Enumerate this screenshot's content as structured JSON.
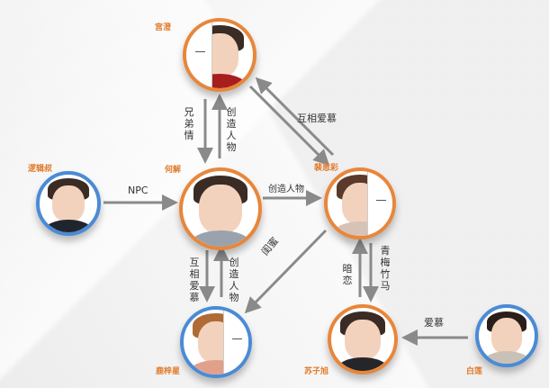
{
  "nodes": {
    "gongcheng": {
      "name": "宫澄",
      "border": "orange"
    },
    "hejie": {
      "name": "何解",
      "border": "orange"
    },
    "peiencai": {
      "name": "裴恩彩",
      "border": "orange"
    },
    "luobianshu": {
      "name": "逻辑叔",
      "border": "blue"
    },
    "luzixing": {
      "name": "鹿梓星",
      "border": "blue"
    },
    "suzixu": {
      "name": "苏子旭",
      "border": "orange"
    },
    "bailian": {
      "name": "白莲",
      "border": "blue"
    }
  },
  "edges": {
    "xiongdiqing": "兄弟情",
    "chuangzao_1": "创造人物",
    "huxiang_1": "互相爱慕",
    "npc": "NPC",
    "chuangzao_2": "创造人物",
    "huxiang_2": "互相爱慕",
    "chuangzao_3": "创造人物",
    "guimi": "闺蜜",
    "anlian": "暗恋",
    "qingmei": "青梅竹马",
    "aimu": "爱慕"
  },
  "colors": {
    "orange": "#e8863a",
    "blue": "#4a8bd6",
    "arrow": "#8a8a8a",
    "name": "#e07a2a"
  }
}
